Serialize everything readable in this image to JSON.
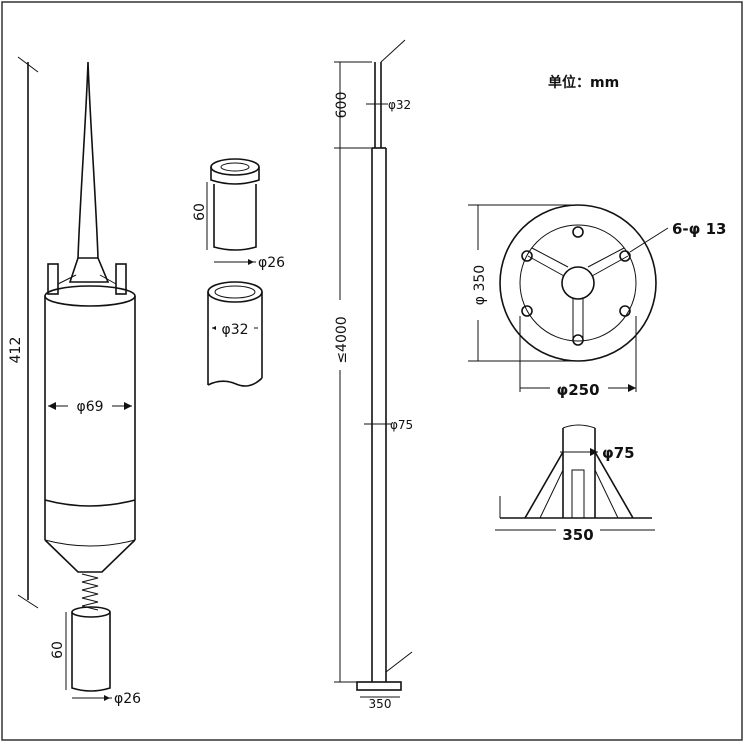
{
  "unit_label": "单位：mm",
  "rod_assembly": {
    "height": "412",
    "diameter": "φ69",
    "connector_height": "60",
    "connector_diameter": "φ26"
  },
  "coupling": {
    "height": "60",
    "outer_diameter": "φ26",
    "tube_diameter": "φ32"
  },
  "mast": {
    "top_length": "600",
    "top_diameter": "φ32",
    "main_length": "≤4000",
    "main_diameter": "φ75",
    "base_width": "350"
  },
  "base_plate": {
    "outer_diameter": "φ 350",
    "bolt_circle": "φ250",
    "holes": "6-φ 13"
  },
  "base_detail": {
    "pipe_diameter": "φ75",
    "width": "350"
  }
}
